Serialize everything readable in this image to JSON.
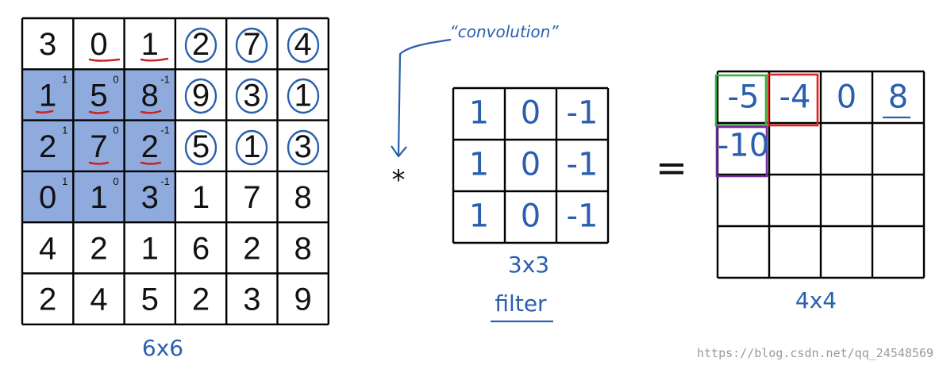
{
  "input": {
    "grid": [
      [
        "3",
        "0",
        "1",
        "2",
        "7",
        "4"
      ],
      [
        "1",
        "5",
        "8",
        "9",
        "3",
        "1"
      ],
      [
        "2",
        "7",
        "2",
        "5",
        "1",
        "3"
      ],
      [
        "0",
        "1",
        "3",
        "1",
        "7",
        "8"
      ],
      [
        "4",
        "2",
        "1",
        "6",
        "2",
        "8"
      ],
      [
        "2",
        "4",
        "5",
        "2",
        "3",
        "9"
      ]
    ],
    "window_weights": [
      [
        "1",
        "0",
        "-1"
      ],
      [
        "1",
        "0",
        "-1"
      ],
      [
        "1",
        "0",
        "-1"
      ]
    ],
    "label": "6x6"
  },
  "operator": "*",
  "annotation": "“convolution”",
  "filter": {
    "grid": [
      [
        "1",
        "0",
        "-1"
      ],
      [
        "1",
        "0",
        "-1"
      ],
      [
        "1",
        "0",
        "-1"
      ]
    ],
    "size_label": "3x3",
    "name_label": "filter"
  },
  "equals": "=",
  "output": {
    "grid": [
      [
        "-5",
        "-4",
        "0",
        "8"
      ],
      [
        "-10",
        "",
        "",
        ""
      ],
      [
        "",
        "",
        "",
        ""
      ],
      [
        "",
        "",
        "",
        ""
      ]
    ],
    "label": "4x4"
  },
  "watermark": "https://blog.csdn.net/qq_24548569",
  "colors": {
    "highlight": "#8faadc",
    "ink_blue": "#2a5fb0",
    "ink_red": "#cc2222",
    "box_green": "#3cae3c",
    "box_red": "#e02020",
    "box_purple": "#7030a0",
    "text_green": "#3a9a3a",
    "text_red": "#d02020",
    "text_purple": "#5a3090"
  }
}
